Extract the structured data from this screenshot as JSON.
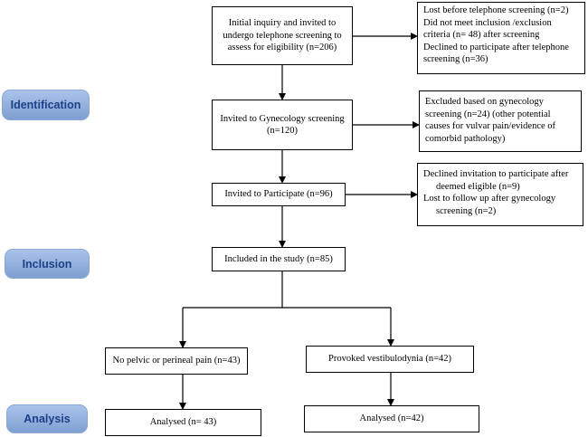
{
  "stages": {
    "identification": "Identification",
    "inclusion": "Inclusion",
    "analysis": "Analysis"
  },
  "main": {
    "initial": "Initial inquiry and invited to undergo telephone screening to assess for eligibility (n=206)",
    "gyn": "Invited to Gynecology screening (n=120)",
    "invited": "Invited to Participate (n=96)",
    "included": "Included in the study (n=85)"
  },
  "side": {
    "box1": [
      "Lost before telephone screening (n=2)",
      "Did not meet inclusion /exclusion",
      "criteria (n= 48) after screening",
      "Declined to participate after telephone",
      "screening (n=36)"
    ],
    "box2": [
      "Excluded based on gynecology",
      "screening (n=24) (other potential",
      "causes for vulvar pain/evidence of",
      "comorbid pathology)"
    ],
    "box3": [
      "Declined invitation to participate after",
      "deemed eligible (n=9)",
      "Lost to follow up after gynecology",
      "screening (n=2)"
    ]
  },
  "groups": {
    "left": "No pelvic or perineal pain (n=43)",
    "right": "Provoked vestibulodynia (n=42)"
  },
  "analysed": {
    "left": "Analysed (n= 43)",
    "right": "Analysed (n=42)"
  }
}
